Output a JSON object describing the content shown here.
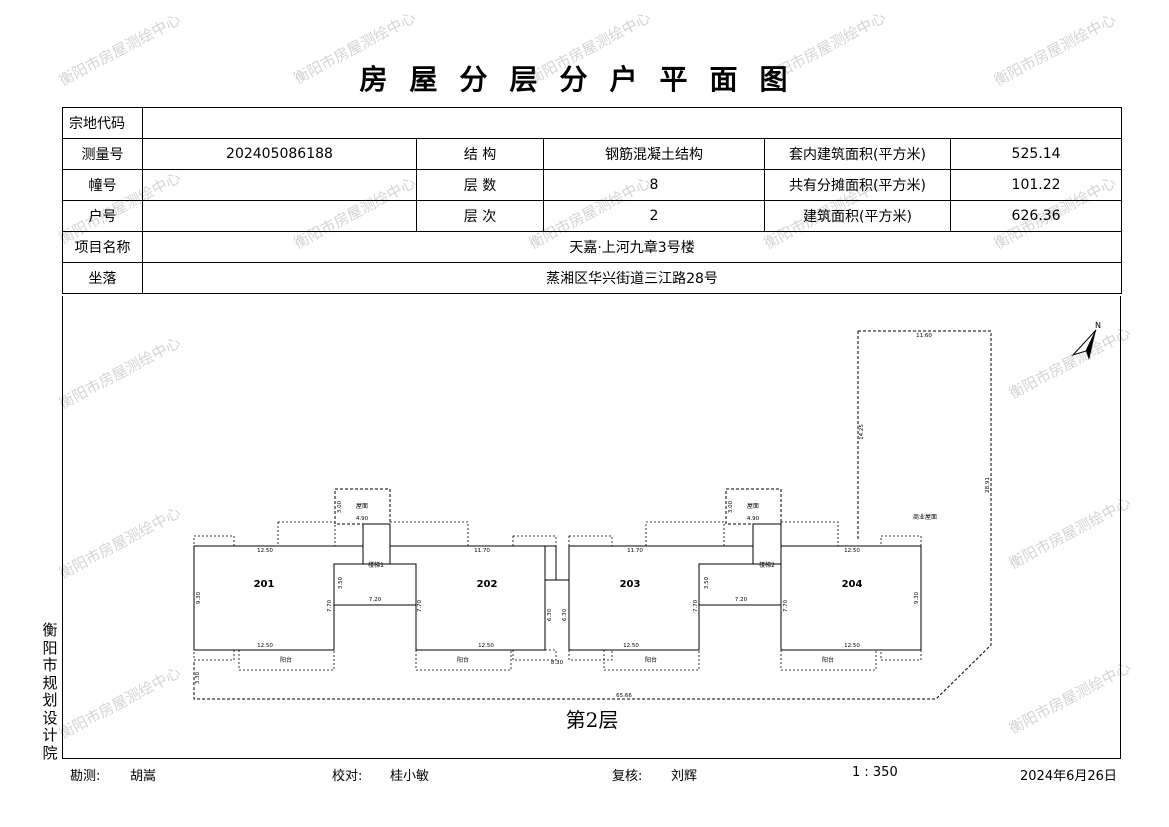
{
  "title": "房屋分层分户平面图",
  "table": {
    "zongdi_label": "宗地代码",
    "zongdi_value": "",
    "survey_no_label": "测量号",
    "survey_no": "202405086188",
    "structure_label": "结 构",
    "structure": "钢筋混凝土结构",
    "inner_area_label": "套内建筑面积(平方米)",
    "inner_area": "525.14",
    "building_label": "幢号",
    "building_value": "",
    "floors_label": "层 数",
    "floors": "8",
    "shared_area_label": "共有分摊面积(平方米)",
    "shared_area": "101.22",
    "unit_label": "户号",
    "unit_value": "",
    "level_label": "层 次",
    "level": "2",
    "total_area_label": "建筑面积(平方米)",
    "total_area": "626.36",
    "project_label": "项目名称",
    "project": "天嘉·上河九章3号楼",
    "location_label": "坐落",
    "location": "蒸湘区华兴街道三江路28号"
  },
  "plan": {
    "units": [
      "201",
      "202",
      "203",
      "204"
    ],
    "floor_label": "第2层",
    "commercial_label": "商业屋面",
    "roof_label": "屋面",
    "stair1": "楼梯1",
    "stair2": "楼梯2",
    "terrace_label": "阳台",
    "dims": {
      "top_right_width": "11.60",
      "right_height": "28.91",
      "left_vertical": "14.25",
      "total_width": "65.66",
      "unit_width": "12.50",
      "mid_width": "11.70",
      "corridor": "7.20",
      "roof_width": "4.90",
      "roof_depth": "3.00",
      "height_930": "9.30",
      "height_770": "7.70",
      "height_630": "6.30",
      "height_350": "3.50",
      "height_330": "3.30",
      "small_330": "3.30",
      "gap": "8.30"
    }
  },
  "org_name": "衡阳市规划设计院",
  "watermark_text": "衡阳市房屋测绘中心",
  "footer": {
    "surveyor_label": "勘测:",
    "surveyor": "胡嵩",
    "checker_label": "校对:",
    "checker": "桂小敏",
    "reviewer_label": "复核:",
    "reviewer": "刘辉",
    "scale": "1 : 350",
    "date": "2024年6月26日"
  }
}
